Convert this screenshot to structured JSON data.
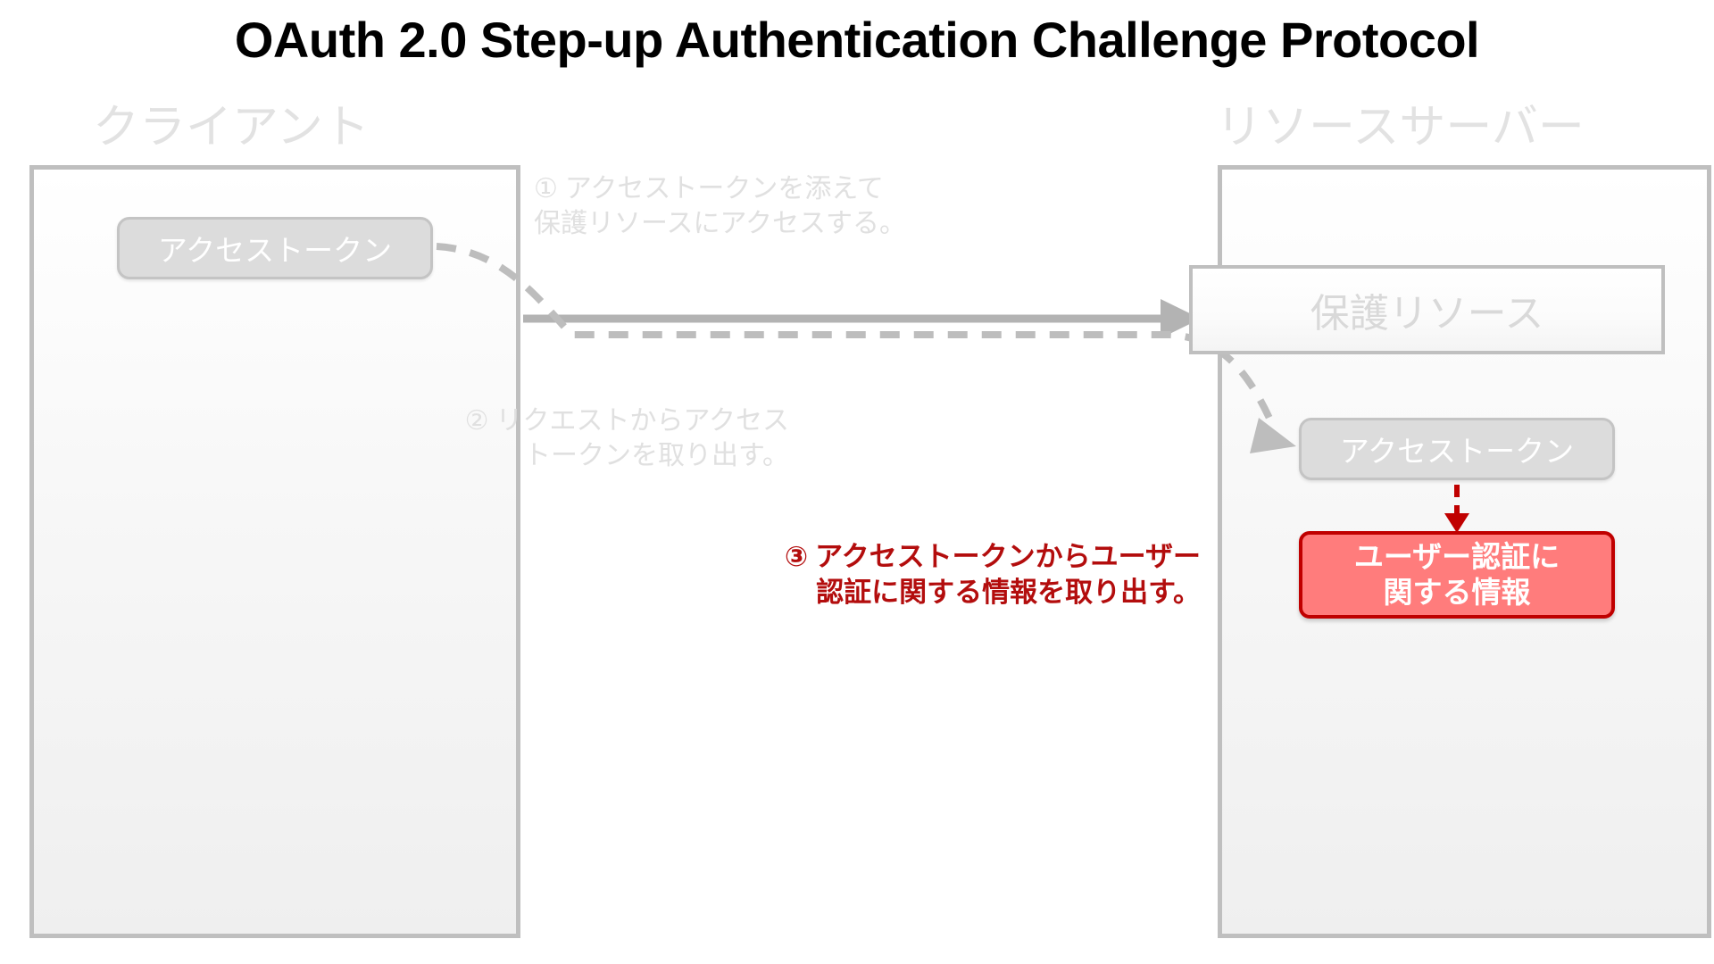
{
  "title": "OAuth 2.0 Step-up Authentication Challenge Protocol",
  "actors": {
    "client": "クライアント",
    "resource_server": "リソースサーバー"
  },
  "boxes": {
    "client_access_token": "アクセストークン",
    "protected_resource": "保護リソース",
    "server_access_token": "アクセストークン",
    "user_auth_info_line1": "ユーザー認証に",
    "user_auth_info_line2": "関する情報"
  },
  "steps": [
    {
      "marker": "①",
      "line1": "アクセストークンを添えて",
      "line2": "保護リソースにアクセスする。",
      "color": "#e0e0e0",
      "state": "inactive"
    },
    {
      "marker": "②",
      "line1": "リクエストからアクセス",
      "line2": "トークンを取り出す。",
      "color": "#e0e0e0",
      "state": "inactive"
    },
    {
      "marker": "③",
      "line1": "アクセストークンからユーザー",
      "line2": "認証に関する情報を取り出す。",
      "color": "#b30d0d",
      "state": "active"
    }
  ],
  "colors": {
    "accent_red": "#c00000",
    "highlight_fill": "#ff7c7c",
    "muted_gray": "#e0e0e0",
    "border_gray": "#bfbfbf"
  }
}
